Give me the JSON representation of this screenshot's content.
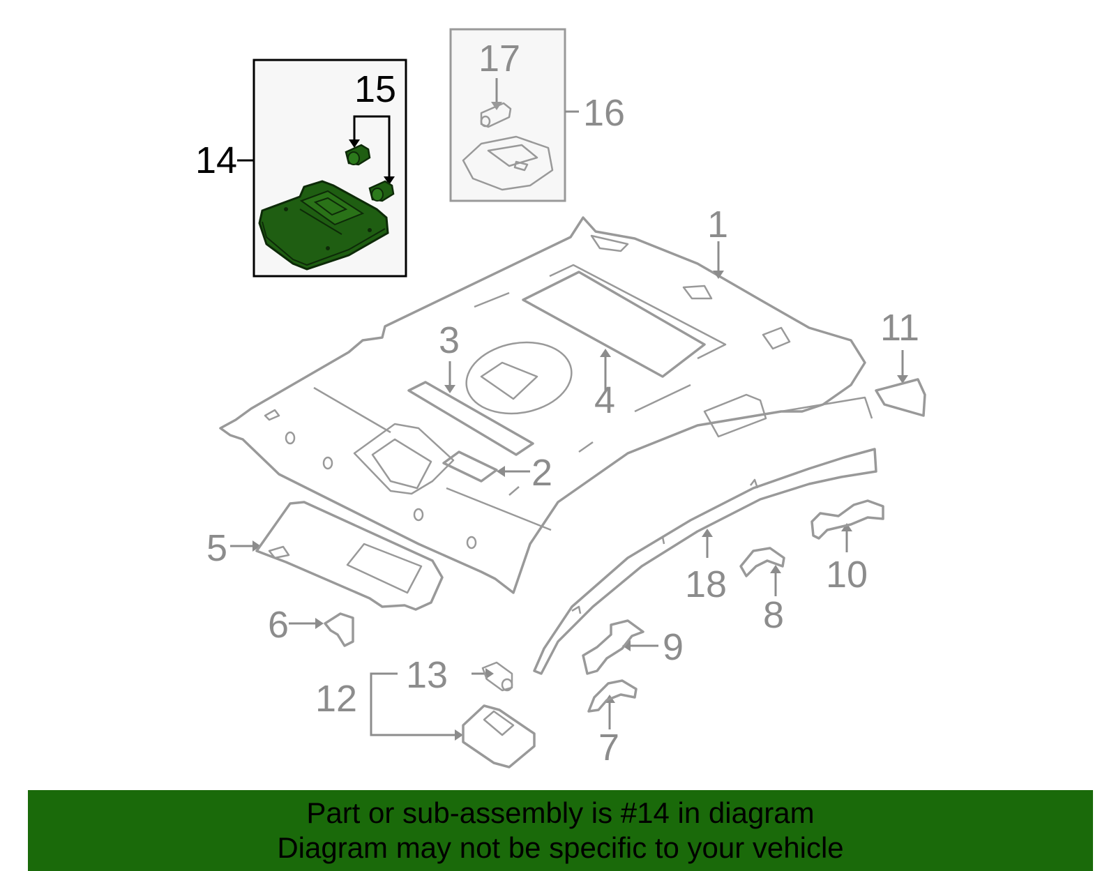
{
  "callouts": {
    "c1": "1",
    "c2": "2",
    "c3": "3",
    "c4": "4",
    "c5": "5",
    "c6": "6",
    "c7": "7",
    "c8": "8",
    "c9": "9",
    "c10": "10",
    "c11": "11",
    "c12": "12",
    "c13": "13",
    "c14": "14",
    "c15": "15",
    "c16": "16",
    "c17": "17",
    "c18": "18"
  },
  "highlighted_part": "14",
  "colors": {
    "highlight_fill": "#1f5e12",
    "highlight_stroke": "#0d2a08",
    "part_stroke": "#999999",
    "banner": "#1a6a0a"
  },
  "banner": {
    "line1": "Part or sub-assembly is #14 in diagram",
    "line2": "Diagram may not be specific to your vehicle"
  }
}
